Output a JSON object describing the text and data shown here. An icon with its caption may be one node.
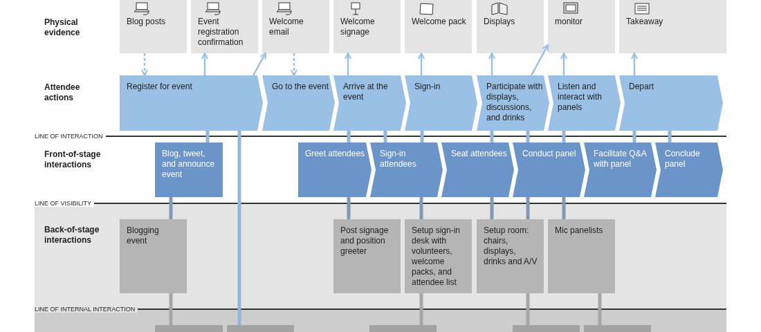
{
  "diagram": {
    "nodes": [
      {
        "text": [
          "Blog posts"
        ]
      },
      {
        "text": [
          "Event registration confirmation"
        ]
      },
      {
        "text": [
          "Welcome email"
        ]
      },
      {
        "text": [
          "Welcome signage"
        ]
      },
      {
        "text": [
          "Welcome pack"
        ]
      },
      {
        "text": [
          "Displays"
        ]
      },
      {
        "text": [
          "monitor"
        ]
      },
      {
        "text": [
          "Takeaway"
        ]
      },
      {
        "text": [
          "Register for event"
        ]
      },
      {
        "text": [
          "Go to the event"
        ]
      },
      {
        "text": [
          "Arrive at the event"
        ]
      },
      {
        "text": [
          "Sign-in"
        ]
      },
      {
        "text": [
          "Participate with displays, discussions, and drinks"
        ]
      },
      {
        "text": [
          "Listen and interact with panels"
        ]
      },
      {
        "text": [
          "Depart"
        ]
      },
      {
        "text": [
          "Blog, tweet, and announce event"
        ]
      },
      {
        "text": [
          "Greet attendees"
        ]
      },
      {
        "text": [
          "Sign-in attendees"
        ]
      },
      {
        "text": [
          "Seat attendees"
        ]
      },
      {
        "text": [
          "Conduct panel"
        ]
      },
      {
        "text": [
          "Facilitate Q&A with panel"
        ]
      },
      {
        "text": [
          "Conclude panel"
        ]
      },
      {
        "text": [
          "Blogging event"
        ]
      },
      {
        "text": [
          "Post signage and position greeter"
        ]
      },
      {
        "text": [
          "Setup sign-in desk with volunteers, welcome packs, and attendee list"
        ]
      },
      {
        "text": [
          "Setup room: chairs, displays, drinks and A/V"
        ]
      },
      {
        "text": [
          "Mic panelists"
        ]
      },
      {
        "text": [],
        "shape": "box"
      },
      {
        "text": [],
        "shape": "box"
      },
      {
        "text": [],
        "shape": "box"
      },
      {
        "text": [],
        "shape": "box"
      },
      {
        "text": [],
        "shape": "box"
      }
    ],
    "edges": [
      {
        "from": 0,
        "to": 8,
        "arrow": "to",
        "style": "dashed"
      },
      {
        "from": 8,
        "to": 1,
        "arrow": "to"
      },
      {
        "from": 8,
        "to": 2,
        "arrow": "to"
      },
      {
        "from": 2,
        "to": 9,
        "arrow": "to",
        "style": "dashed"
      },
      {
        "from": 10,
        "to": 3,
        "arrow": "to"
      },
      {
        "from": 11,
        "to": 4,
        "arrow": "to"
      },
      {
        "from": 12,
        "to": 5,
        "arrow": "to"
      },
      {
        "from": 12,
        "to": 6,
        "arrow": "to"
      },
      {
        "from": 13,
        "to": 6,
        "arrow": "to"
      },
      {
        "from": 14,
        "to": 7,
        "arrow": "to"
      },
      {
        "from": 8,
        "to": 15,
        "arrow": "none"
      },
      {
        "from": 8,
        "to": 28,
        "arrow": "none"
      },
      {
        "from": 10,
        "to": 16,
        "arrow": "none"
      },
      {
        "from": 10,
        "to": 17,
        "arrow": "none"
      },
      {
        "from": 11,
        "to": 17,
        "arrow": "none"
      },
      {
        "from": 12,
        "to": 18,
        "arrow": "none"
      },
      {
        "from": 12,
        "to": 19,
        "arrow": "none"
      },
      {
        "from": 13,
        "to": 19,
        "arrow": "none"
      },
      {
        "from": 14,
        "to": 20,
        "arrow": "none"
      },
      {
        "from": 14,
        "to": 21,
        "arrow": "none"
      },
      {
        "from": 15,
        "to": 22,
        "arrow": "none"
      },
      {
        "from": 16,
        "to": 23,
        "arrow": "none"
      },
      {
        "from": 17,
        "to": 24,
        "arrow": "none"
      },
      {
        "from": 18,
        "to": 25,
        "arrow": "none"
      },
      {
        "from": 19,
        "to": 25,
        "arrow": "none"
      },
      {
        "from": 19,
        "to": 26,
        "arrow": "none"
      },
      {
        "from": 22,
        "to": 27,
        "arrow": "none"
      },
      {
        "from": 24,
        "to": 29,
        "arrow": "none"
      },
      {
        "from": 25,
        "to": 30,
        "arrow": "none"
      },
      {
        "from": 26,
        "to": 31,
        "arrow": "none"
      }
    ],
    "labels": [
      "Physical evidence",
      "Attendee actions",
      "LINE OF INTERACTION",
      "Front-of-stage interactions",
      "LINE OF VISIBILITY",
      "Back-of-stage interactions",
      "LINE OF INTERNAL INTERACTION"
    ]
  }
}
